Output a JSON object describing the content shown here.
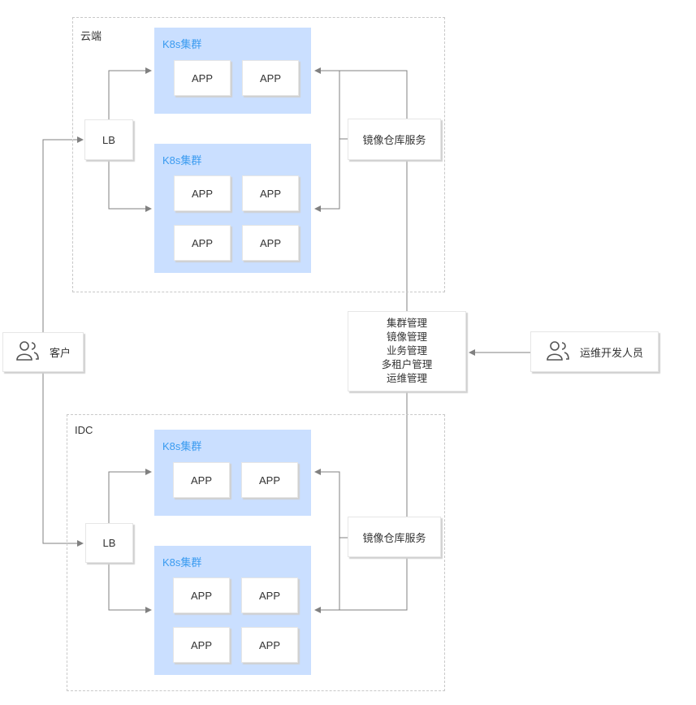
{
  "zones": {
    "cloud": {
      "label": "云端"
    },
    "idc": {
      "label": "IDC"
    }
  },
  "cluster_label": "K8s集群",
  "app_label": "APP",
  "lb_label": "LB",
  "registry_label": "镜像仓库服务",
  "customer": {
    "label": "客户",
    "icon": "users-icon"
  },
  "ops": {
    "label": "运维开发人员",
    "icon": "users-icon"
  },
  "management": {
    "items": [
      "集群管理",
      "镜像管理",
      "业务管理",
      "多租户管理",
      "运维管理"
    ]
  },
  "colors": {
    "cluster_bg": "#cadfff",
    "cluster_label": "#3a9bf0",
    "line": "#808080",
    "zone_border": "#c8c8c8"
  }
}
